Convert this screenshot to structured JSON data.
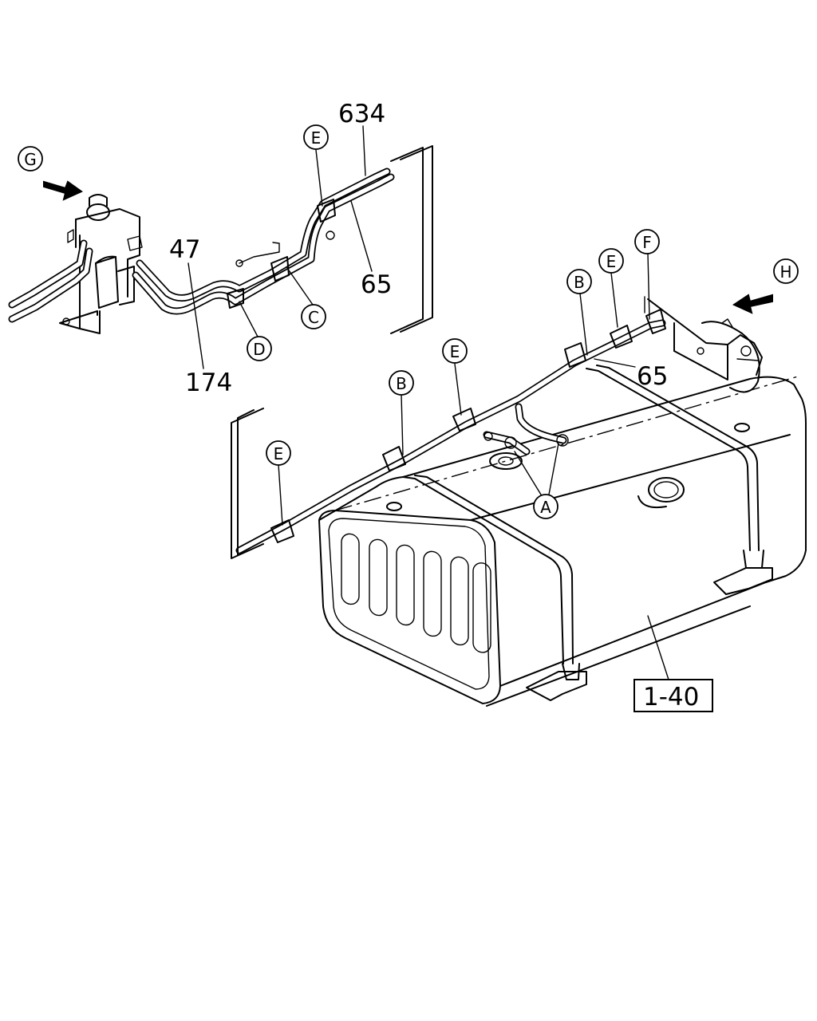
{
  "part_numbers": {
    "p634": "634",
    "p47": "47",
    "p174": "174",
    "p65_top": "65",
    "p65_right": "65",
    "ref": "1-40"
  },
  "callouts": {
    "G": "G",
    "H": "H",
    "E_top": "E",
    "C": "C",
    "D": "D",
    "F": "F",
    "E_right": "E",
    "B_right": "B",
    "E_mid": "E",
    "B_left": "B",
    "E_left": "E",
    "A": "A"
  }
}
